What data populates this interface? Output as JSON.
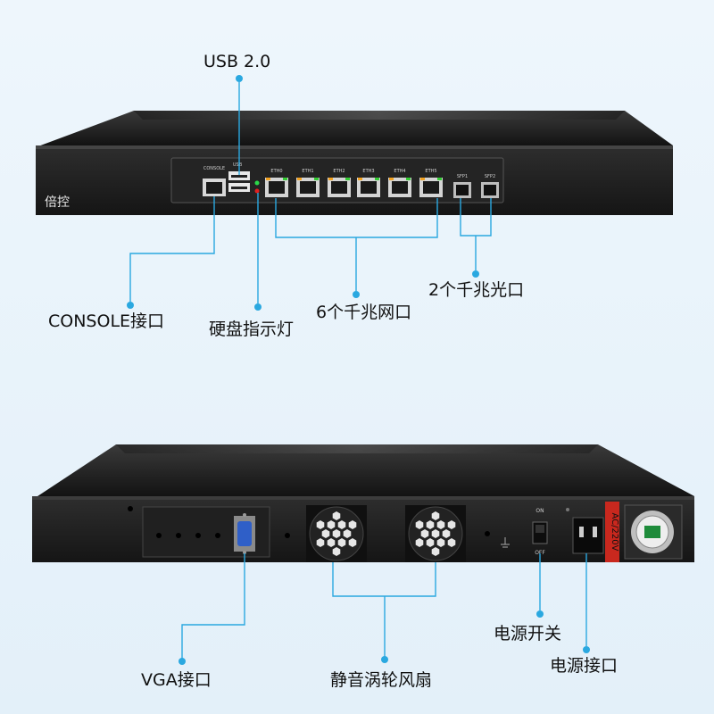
{
  "brand": "倍控",
  "front_port_labels": {
    "console": "CONSOLE",
    "usb": "USB",
    "eth": [
      "ETH0",
      "ETH1",
      "ETH2",
      "ETH3",
      "ETH4",
      "ETH5"
    ],
    "sfp": [
      "SFP1",
      "SFP2"
    ]
  },
  "rear_switch_labels": {
    "on": "ON",
    "off": "OFF"
  },
  "power_badge": "AC/220V",
  "callouts": {
    "usb": "USB 2.0",
    "console": "CONSOLE接口",
    "hdd_led": "硬盘指示灯",
    "eth_ports": "6个千兆网口",
    "sfp_ports": "2个千兆光口",
    "vga": "VGA接口",
    "fans": "静音涡轮风扇",
    "power_switch": "电源开关",
    "power_socket": "电源接口"
  },
  "colors": {
    "callout_line": "#2aa8e0",
    "chassis": "#1c1c1c",
    "power_badge": "#c8281e"
  },
  "icons": [
    "rj45-port-icon",
    "usb-port-icon",
    "sfp-port-icon",
    "led-icon",
    "fan-icon",
    "vga-port-icon",
    "power-socket-icon",
    "ground-icon",
    "rocker-switch-icon"
  ]
}
